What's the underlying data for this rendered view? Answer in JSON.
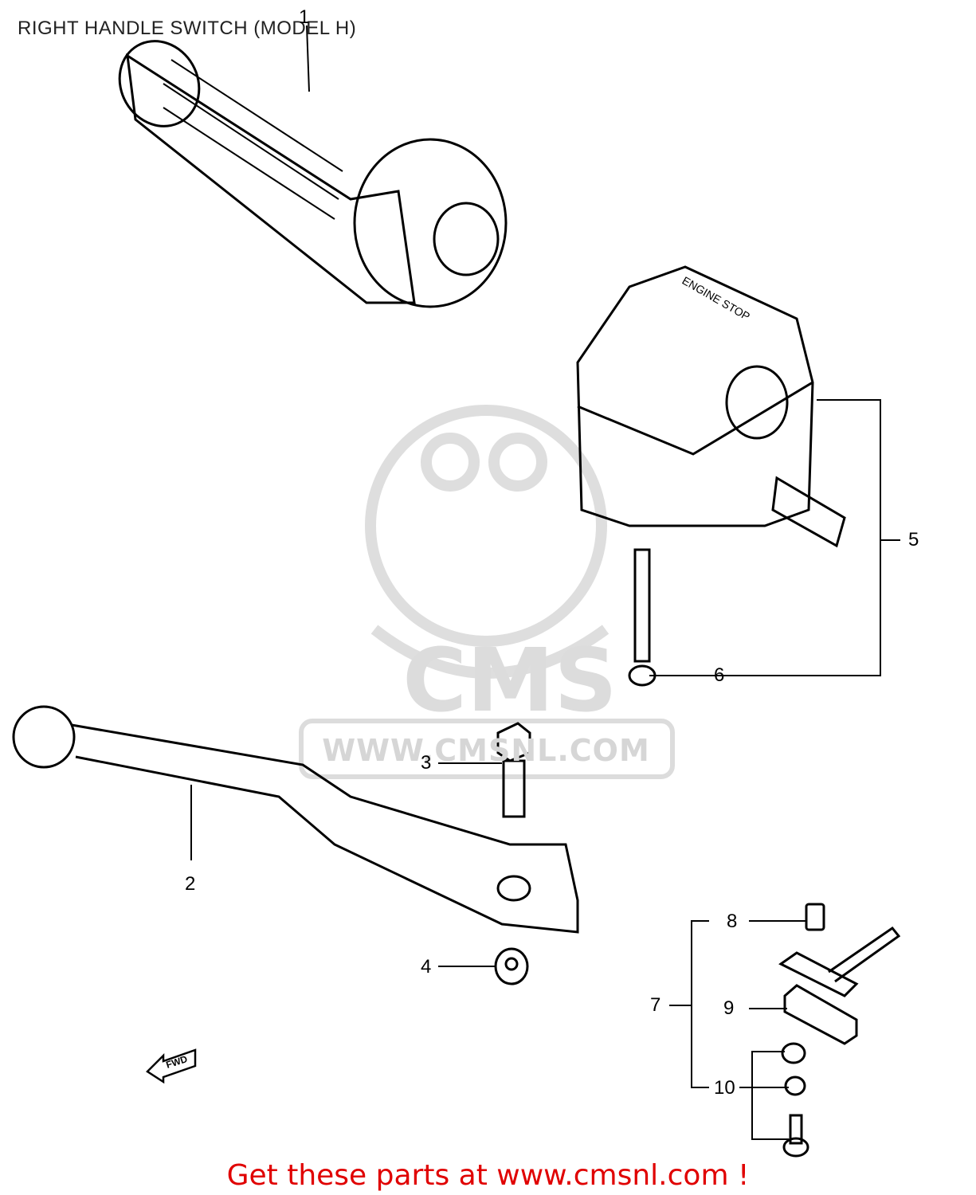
{
  "title": "RIGHT HANDLE SWITCH (MODEL H)",
  "watermark": {
    "brand": "CMS",
    "url": "WWW.CMSNL.COM",
    "color": "#d6d6d6"
  },
  "switch_housing_print": "ENGINE STOP",
  "fwd_arrow_text": "FWD",
  "callouts": [
    {
      "id": "1",
      "part": "grip"
    },
    {
      "id": "2",
      "part": "brake-lever"
    },
    {
      "id": "3",
      "part": "lever-bolt"
    },
    {
      "id": "4",
      "part": "lever-nut"
    },
    {
      "id": "5",
      "part": "handle-switch-assembly"
    },
    {
      "id": "6",
      "part": "switch-screw"
    },
    {
      "id": "7",
      "part": "brake-light-switch-set"
    },
    {
      "id": "8",
      "part": "switch-plunger"
    },
    {
      "id": "9",
      "part": "switch-bracket"
    },
    {
      "id": "10",
      "part": "screw-set"
    }
  ],
  "promo": {
    "text": "Get these parts at www.cmsnl.com !",
    "color": "#e00000"
  }
}
